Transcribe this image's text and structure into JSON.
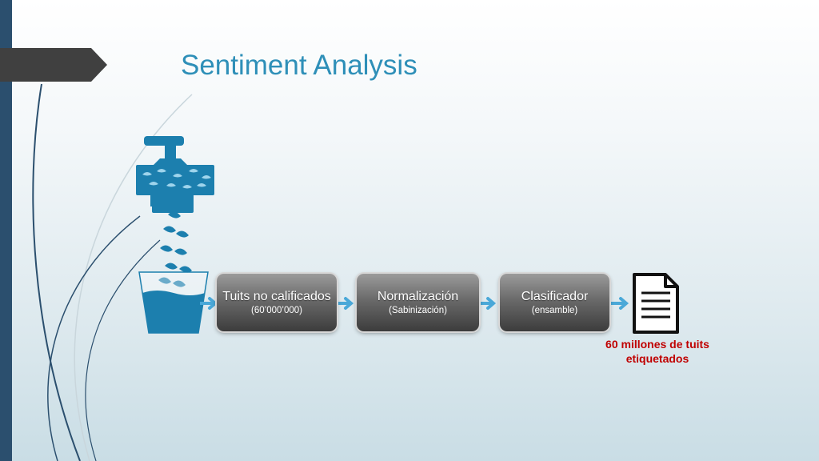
{
  "slide": {
    "title": "Sentiment Analysis"
  },
  "flow": {
    "steps": [
      {
        "main": "Tuits no calificados",
        "sub": "(60’000’000)"
      },
      {
        "main": "Normalización",
        "sub": "(Sabinización)"
      },
      {
        "main": "Clasificador",
        "sub": "(ensamble)"
      }
    ],
    "result_label": "60 millones de tuits etiquetados"
  },
  "colors": {
    "accent": "#2e8fb8",
    "icon_blue": "#1c7fae",
    "arrow_blue": "#4aa8d8",
    "result_red": "#c00000",
    "sidebar": "#2b4f6e"
  },
  "icons": [
    "faucet-with-birds-icon",
    "falling-birds-icon",
    "bucket-icon",
    "document-icon"
  ]
}
